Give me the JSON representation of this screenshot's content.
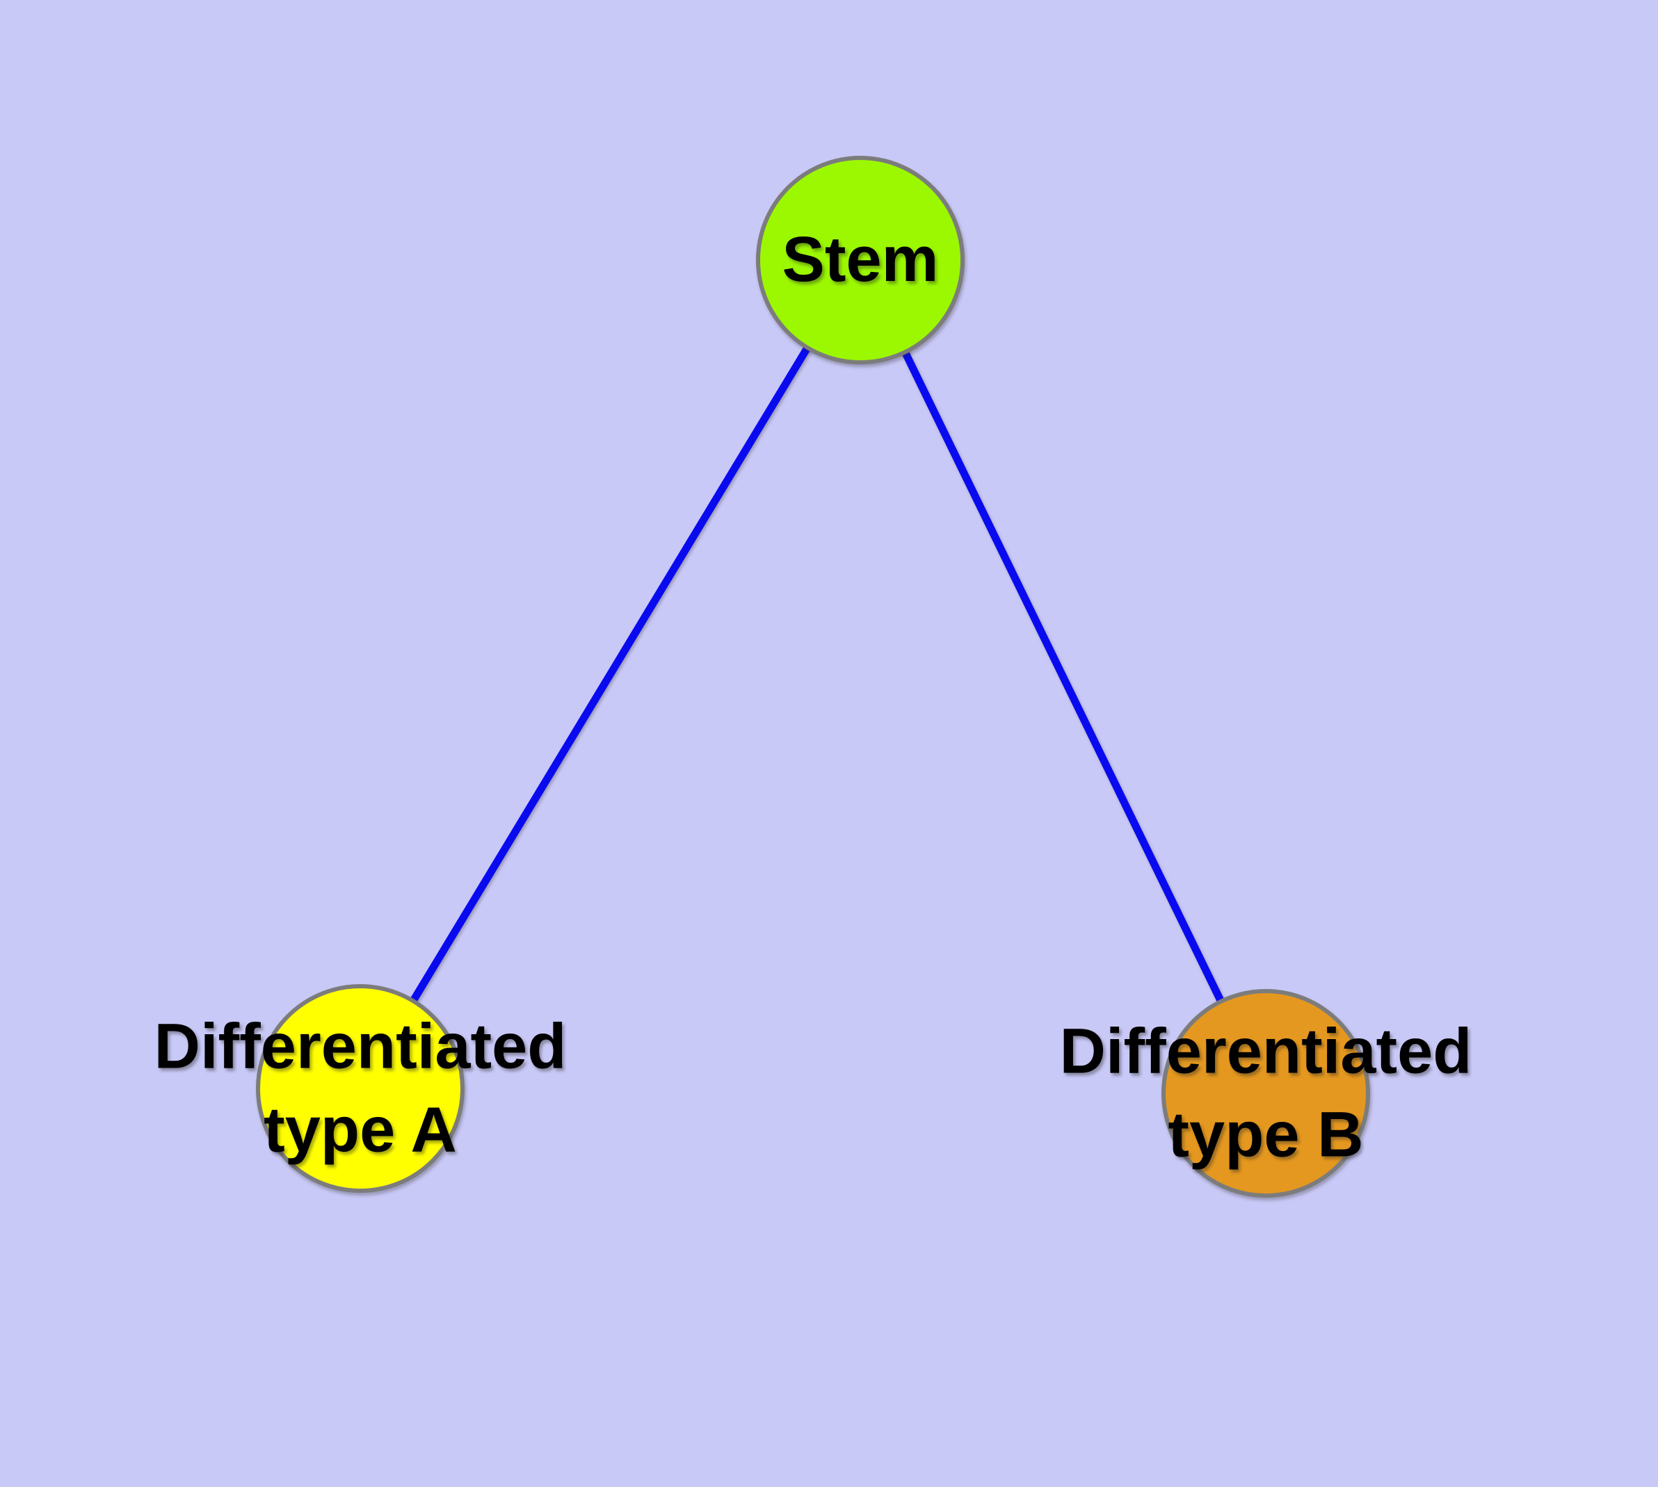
{
  "diagram": {
    "background_color": "#C9C9F7",
    "edge_color": "#0A0AEF",
    "node_border_color": "#7C7C7C",
    "text_color": "#000000",
    "nodes": [
      {
        "id": "stem",
        "label": "Stem",
        "label_lines": [
          "Stem"
        ],
        "fill": "#9BF800",
        "position": "top-center"
      },
      {
        "id": "type-a",
        "label": "Differentiated type A",
        "label_lines": [
          "Differentiated",
          "type A"
        ],
        "fill": "#FFFF00",
        "position": "bottom-left"
      },
      {
        "id": "type-b",
        "label": "Differentiated type B",
        "label_lines": [
          "Differentiated",
          "type B"
        ],
        "fill": "#E5981F",
        "position": "bottom-right"
      }
    ],
    "edges": [
      {
        "from": "Stem",
        "to": "Differentiated type A"
      },
      {
        "from": "Stem",
        "to": "Differentiated type B"
      }
    ]
  }
}
